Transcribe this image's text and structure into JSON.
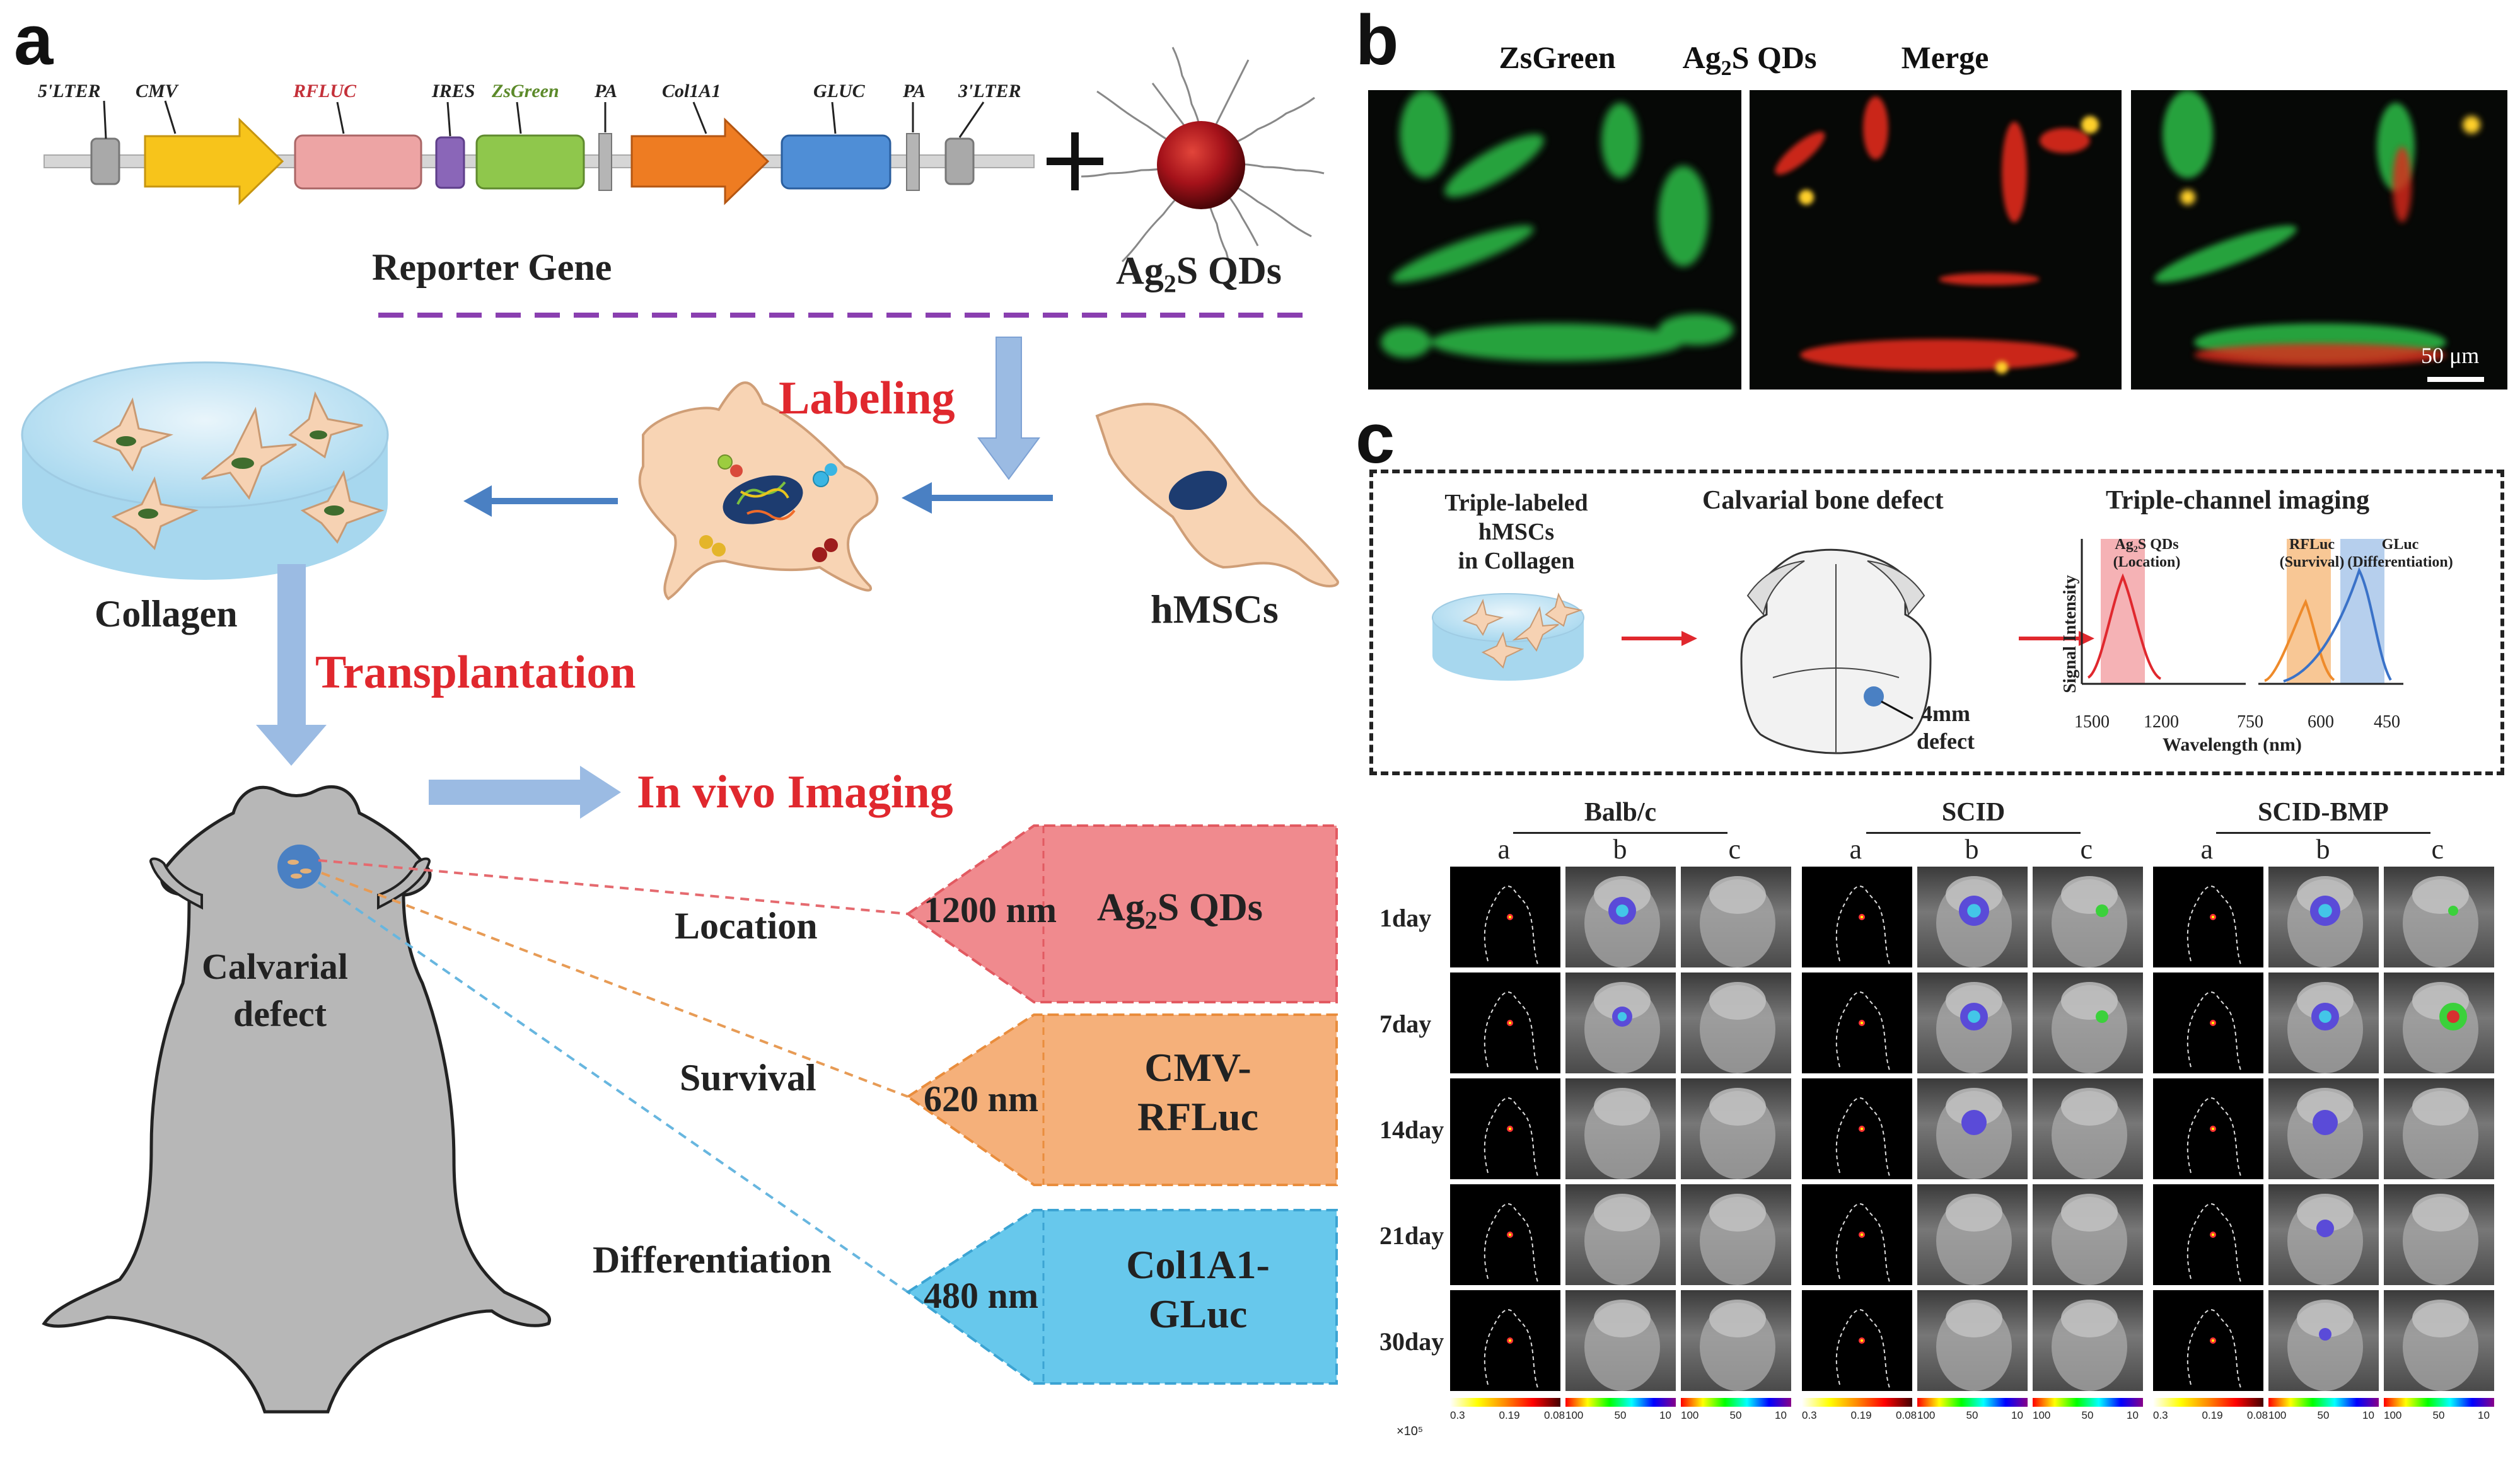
{
  "panel_a": {
    "label": "a",
    "gene_labels": [
      "5'LTER",
      "CMV",
      "RFLUC",
      "IRES",
      "ZsGreen",
      "PA",
      "Col1A1",
      "GLUC",
      "PA",
      "3'LTER"
    ],
    "reporter_gene": "Reporter Gene",
    "qd_label": {
      "main": "Ag",
      "sub": "2",
      "rest": "S QDs"
    },
    "labeling": "Labeling",
    "collagen": "Collagen",
    "hmscs": "hMSCs",
    "transplantation": "Transplantation",
    "in_vivo": "In vivo Imaging",
    "calvarial": "Calvarial",
    "defect": "defect",
    "rows": [
      {
        "name": "Location",
        "wave": "1200 nm",
        "probe_a": "Ag",
        "probe_sub": "2",
        "probe_b": "S QDs",
        "color": "#f08a8e"
      },
      {
        "name": "Survival",
        "wave": "620 nm",
        "probe_line1": "CMV-",
        "probe_line2": "RFLuc",
        "color": "#f5b07a"
      },
      {
        "name": "Differentiation",
        "wave": "480 nm",
        "probe_line1": "Col1A1-",
        "probe_line2": "GLuc",
        "color": "#67c8ec"
      }
    ]
  },
  "panel_b": {
    "label": "b",
    "titles": {
      "zsgreen": "ZsGreen",
      "qd_main": "Ag",
      "qd_sub": "2",
      "qd_rest": "S QDs",
      "merge": "Merge"
    },
    "scalebar": "50 μm"
  },
  "panel_c": {
    "label": "c",
    "box": {
      "triple_labeled": [
        "Triple-labeled",
        "hMSCs",
        "in Collagen"
      ],
      "calvarial_defect": "Calvarial  bone defect",
      "defect_size": [
        "4mm",
        "defect"
      ],
      "triple_channel": "Triple-channel imaging",
      "spectrum": {
        "ylabel": "Signal Intensity",
        "xlabel": "Wavelength (nm)",
        "xticks_left": [
          "1500",
          "1200",
          "750"
        ],
        "xticks_right": [
          "600",
          "450"
        ],
        "bands": [
          {
            "line1": "Ag₂S QDs",
            "line2": "(Location)",
            "color": "#e0282e"
          },
          {
            "line1": "RFLuc",
            "line2": "(Survival)",
            "color": "#ee8a2a"
          },
          {
            "line1": "GLuc",
            "line2": "(Differentiation)",
            "color": "#3a72c8"
          }
        ]
      }
    },
    "groups": [
      "Balb/c",
      "SCID",
      "SCID-BMP"
    ],
    "columns": [
      "a",
      "b",
      "c"
    ],
    "days": [
      "1day",
      "7day",
      "14day",
      "21day",
      "30day"
    ],
    "colorbar": {
      "multiplier": "×10⁵",
      "nir_ticks": [
        "0.3",
        "0.19",
        "0.08"
      ],
      "lum_ticks": [
        "100",
        "50",
        "10"
      ]
    }
  }
}
